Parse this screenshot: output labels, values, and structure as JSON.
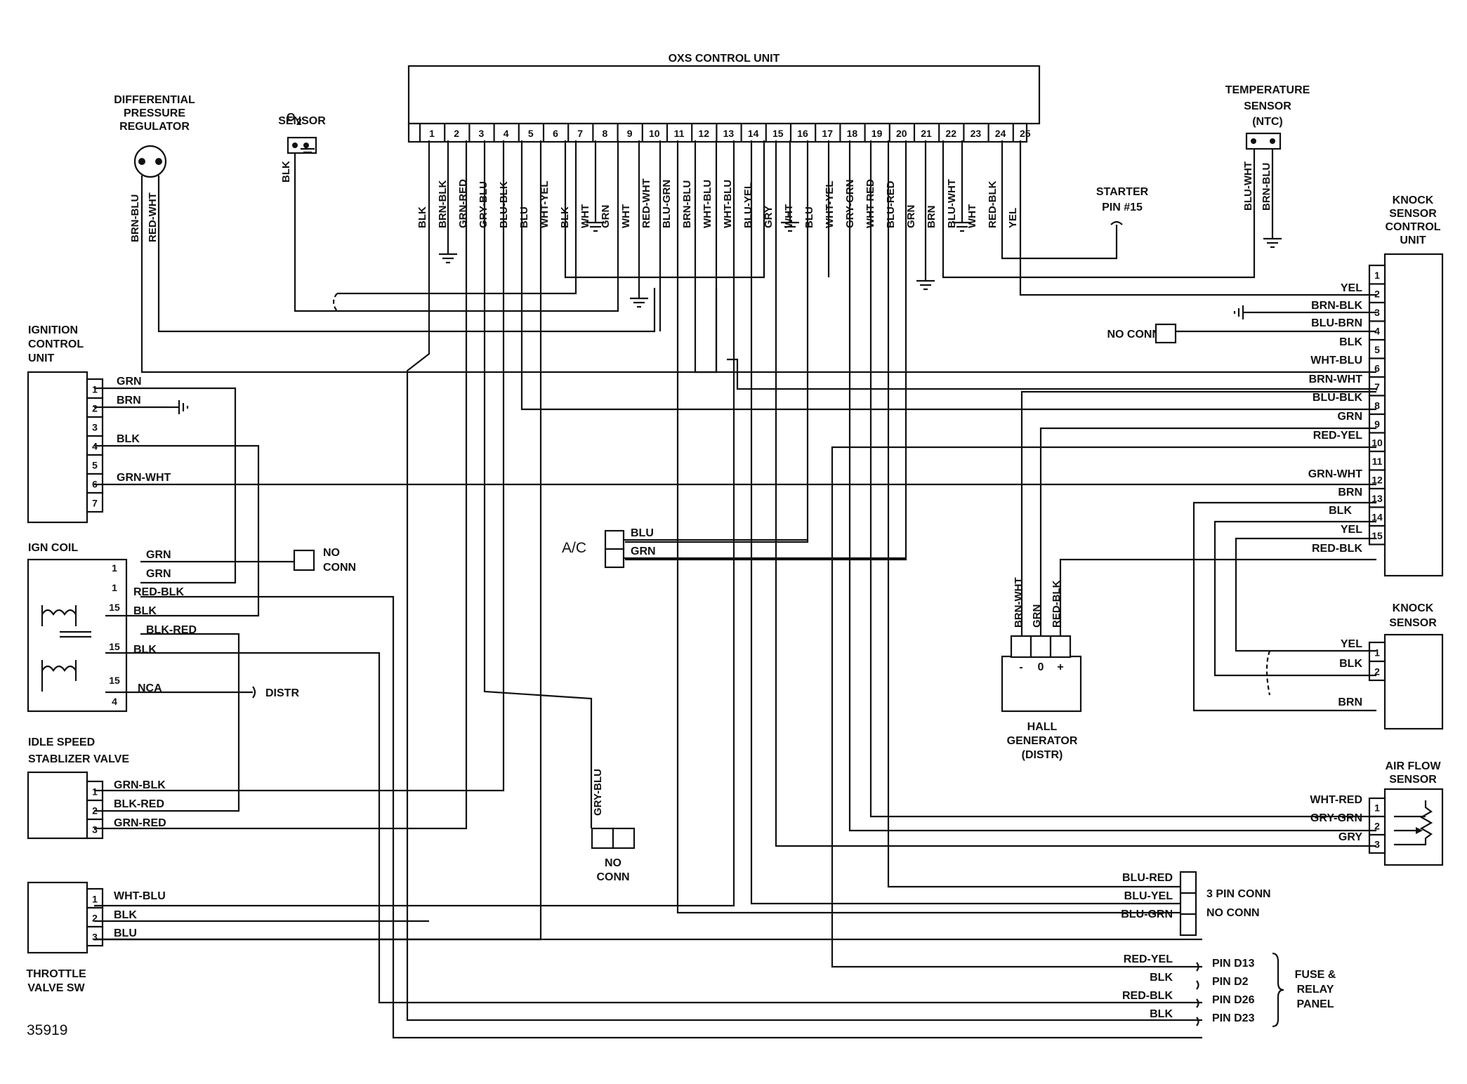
{
  "figure_id": "35919",
  "components": {
    "oxs": "OXS CONTROL UNIT",
    "dpr": [
      "DIFFERENTIAL",
      "PRESSURE",
      "REGULATOR"
    ],
    "o2": [
      "O",
      "SENSOR"
    ],
    "o2_sub": "2",
    "temp": [
      "TEMPERATURE",
      "SENSOR",
      "(NTC)"
    ],
    "starter": [
      "STARTER",
      "PIN #15"
    ],
    "knock_cu": [
      "KNOCK",
      "SENSOR",
      "CONTROL",
      "UNIT"
    ],
    "icu": [
      "IGNITION",
      "CONTROL",
      "UNIT"
    ],
    "ign_coil": "IGN COIL",
    "coil_no_conn": [
      "NO",
      "CONN"
    ],
    "distr": "DISTR",
    "isv": [
      "IDLE SPEED",
      "STABLIZER VALVE"
    ],
    "tvs": [
      "THROTTLE",
      "VALVE SW"
    ],
    "ac": "A/C",
    "gry_no_conn": [
      "NO",
      "CONN"
    ],
    "knock_no_conn": "NO CONN",
    "hall": [
      "HALL",
      "GENERATOR",
      "(DISTR)"
    ],
    "hall_pins": [
      "-",
      "0",
      "+"
    ],
    "knock_sensor": [
      "KNOCK",
      "SENSOR"
    ],
    "afs": [
      "AIR FLOW",
      "SENSOR"
    ],
    "pin3": [
      "3 PIN CONN",
      "NO CONN"
    ],
    "fuse": [
      "FUSE &",
      "RELAY",
      "PANEL"
    ],
    "fuse_pins": [
      "PIN D13",
      "PIN D2",
      "PIN D26",
      "PIN D23"
    ]
  },
  "oxs_pins": [
    "1",
    "2",
    "3",
    "4",
    "5",
    "6",
    "7",
    "8",
    "9",
    "10",
    "11",
    "12",
    "13",
    "14",
    "15",
    "16",
    "17",
    "18",
    "19",
    "20",
    "21",
    "22",
    "23",
    "24",
    "25"
  ],
  "oxs_wires": [
    "BLK",
    "BRN-BLK",
    "GRN-RED",
    "GRY-BLU",
    "BLU-BLK",
    "BLU",
    "WHT-YEL",
    "BLK",
    "WHT",
    "GRN",
    "WHT",
    "RED-WHT",
    "BLU-GRN",
    "BRN-BLU",
    "WHT-BLU",
    "WHT-BLU",
    "BLU-YEL",
    "GRY",
    "WHT",
    "BLU",
    "WHT-YEL",
    "GRY-GRN",
    "WHT-RED",
    "BLU-RED",
    "GRN",
    "BRN",
    "BLU-WHT",
    "WHT",
    "RED-BLK",
    "YEL"
  ],
  "dpr_wires": [
    "BRN-BLU",
    "RED-WHT"
  ],
  "o2_wire": "BLK",
  "temp_wires": [
    "BLU-WHT",
    "BRN-BLU"
  ],
  "icu_pins": [
    "1",
    "2",
    "3",
    "4",
    "5",
    "6",
    "7"
  ],
  "icu_wires": [
    "GRN",
    "BRN",
    "BLK",
    "GRN-WHT"
  ],
  "coil_pins": [
    "1",
    "1",
    "15",
    "15",
    "15",
    "4"
  ],
  "coil_wires": [
    "GRN",
    "GRN",
    "RED-BLK",
    "BLK",
    "BLK-RED",
    "BLK",
    "NCA"
  ],
  "isv_pins": [
    "1",
    "2",
    "3"
  ],
  "isv_wires": [
    "GRN-BLK",
    "BLK-RED",
    "GRN-RED"
  ],
  "tvs_pins": [
    "1",
    "2",
    "3"
  ],
  "tvs_wires": [
    "WHT-BLU",
    "BLK",
    "BLU"
  ],
  "ac_wires": [
    "BLU",
    "GRN"
  ],
  "gry_blu_wire": "GRY-BLU",
  "knock_cu_pins": [
    "1",
    "2",
    "3",
    "4",
    "5",
    "6",
    "7",
    "8",
    "9",
    "10",
    "11",
    "12",
    "13",
    "14",
    "15"
  ],
  "knock_cu_wires": [
    "YEL",
    "BRN-BLK",
    "BLU-BRN",
    "BLK",
    "WHT-BLU",
    "BRN-WHT",
    "BLU-BLK",
    "GRN",
    "RED-YEL",
    "GRN-WHT",
    "BRN",
    "BLK",
    "YEL",
    "RED-BLK"
  ],
  "hall_wires": [
    "BRN-WHT",
    "GRN",
    "RED-BLK"
  ],
  "knock_sensor_pins": [
    "1",
    "2"
  ],
  "knock_sensor_wires": [
    "YEL",
    "BLK",
    "BRN"
  ],
  "afs_pins": [
    "1",
    "2",
    "3"
  ],
  "afs_wires": [
    "WHT-RED",
    "GRY-GRN",
    "GRY"
  ],
  "pin3_wires": [
    "BLU-RED",
    "BLU-YEL",
    "BLU-GRN"
  ],
  "fuse_wires": [
    "RED-YEL",
    "BLK",
    "RED-BLK",
    "BLK"
  ]
}
